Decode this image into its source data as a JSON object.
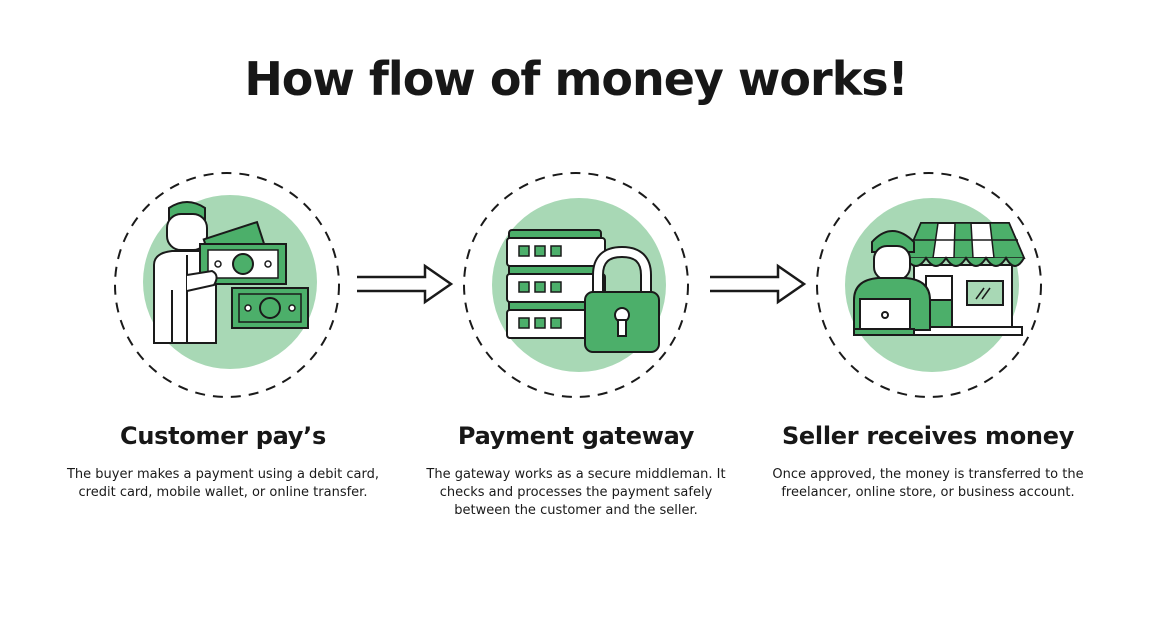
{
  "title": "How flow of money works!",
  "colors": {
    "accent_dark": "#4caf6a",
    "accent_light": "#a8d8b5",
    "outline": "#1a1a1a",
    "background": "#ffffff"
  },
  "steps": [
    {
      "title": "Customer pay’s",
      "description": "The buyer makes a payment using a debit card, credit card, mobile wallet, or online transfer.",
      "icon": "customer-with-cash-icon"
    },
    {
      "title": "Payment gateway",
      "description": "The gateway works as a secure middleman. It checks and processes the payment safely between the customer and the seller.",
      "icon": "server-with-padlock-icon"
    },
    {
      "title": "Seller receives money",
      "description": "Once approved, the money is transferred to the freelancer, online store, or business account.",
      "icon": "seller-with-store-icon"
    }
  ],
  "connectors": [
    {
      "from": "Customer pay’s",
      "to": "Payment gateway",
      "icon": "double-arrow-right-icon"
    },
    {
      "from": "Payment gateway",
      "to": "Seller receives money",
      "icon": "double-arrow-right-icon"
    }
  ]
}
